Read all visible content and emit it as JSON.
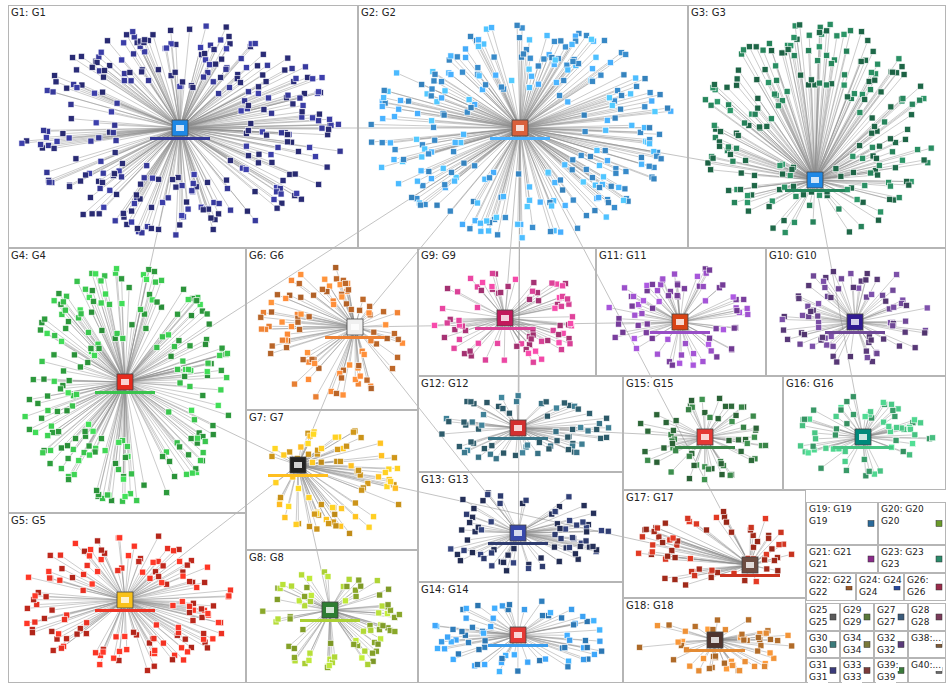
{
  "diagram": {
    "nodes": [
      {
        "text": [
          "G1: G1"
        ]
      },
      {
        "text": [
          "G2: G2"
        ]
      },
      {
        "text": [
          "G3: G3"
        ]
      },
      {
        "text": [
          "G4: G4"
        ]
      },
      {
        "text": [
          "G6: G6"
        ]
      },
      {
        "text": [
          "G9: G9"
        ]
      },
      {
        "text": [
          "G11: G11"
        ]
      },
      {
        "text": [
          "G10: G10"
        ]
      },
      {
        "text": [
          "G7: G7"
        ]
      },
      {
        "text": [
          "G12: G12"
        ]
      },
      {
        "text": [
          "G15: G15"
        ]
      },
      {
        "text": [
          "G16: G16"
        ]
      },
      {
        "text": [
          "G5: G5"
        ]
      },
      {
        "text": [
          "G8: G8"
        ]
      },
      {
        "text": [
          "G13: G13"
        ]
      },
      {
        "text": [
          "G17: G17"
        ]
      },
      {
        "text": [
          "G19: G19",
          "G19"
        ]
      },
      {
        "text": [
          "G20: G20",
          "G20"
        ]
      },
      {
        "text": [
          "G21: G21",
          "G21"
        ]
      },
      {
        "text": [
          "G23: G23",
          "G23"
        ]
      },
      {
        "text": [
          "G22: G22",
          "G22"
        ]
      },
      {
        "text": [
          "G24: G24",
          "G24"
        ]
      },
      {
        "text": [
          "G26:",
          "G26"
        ]
      },
      {
        "text": [
          "G14: G14"
        ]
      },
      {
        "text": [
          "G18: G18"
        ]
      },
      {
        "text": [
          "G25",
          "G25"
        ]
      },
      {
        "text": [
          "G29",
          "G29"
        ]
      },
      {
        "text": [
          "G27",
          "G27"
        ]
      },
      {
        "text": [
          "G28",
          "G28"
        ]
      },
      {
        "text": [
          "G30",
          "G30"
        ]
      },
      {
        "text": [
          "G34",
          "G34"
        ]
      },
      {
        "text": [
          "G32",
          "G32"
        ]
      },
      {
        "text": [
          "G38:..."
        ]
      },
      {
        "text": [
          "G31",
          "G31"
        ]
      },
      {
        "text": [
          "G33",
          "G33"
        ]
      },
      {
        "text": [
          "G39:",
          "G39"
        ]
      },
      {
        "text": [
          "G40:..."
        ]
      }
    ]
  }
}
